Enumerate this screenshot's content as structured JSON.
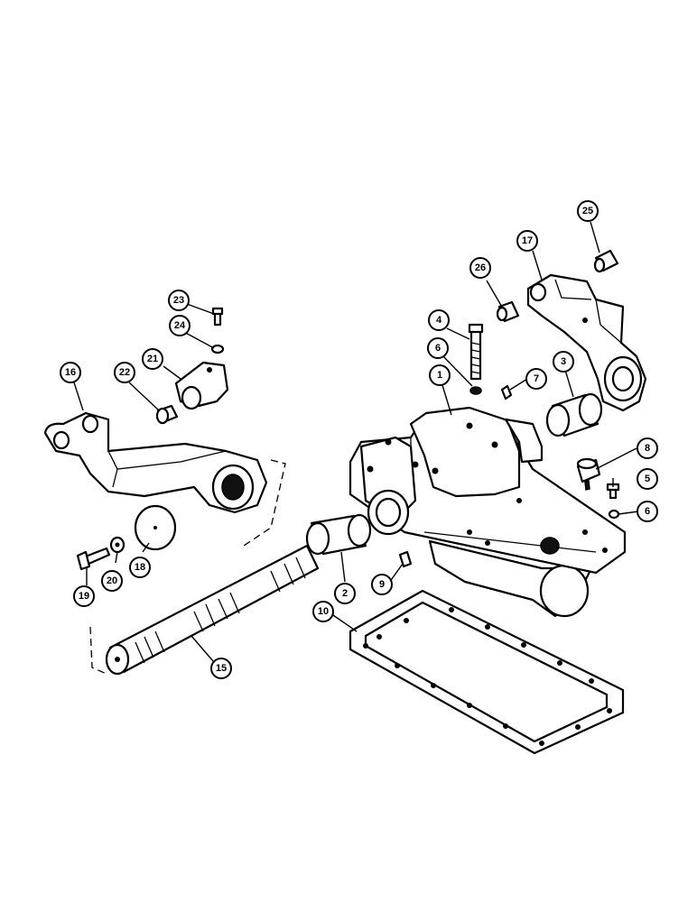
{
  "diagram": {
    "callouts": [
      {
        "id": "c1",
        "label": "1"
      },
      {
        "id": "c2",
        "label": "2"
      },
      {
        "id": "c3",
        "label": "3"
      },
      {
        "id": "c4",
        "label": "4"
      },
      {
        "id": "c5",
        "label": "5"
      },
      {
        "id": "c6a",
        "label": "6"
      },
      {
        "id": "c6b",
        "label": "6"
      },
      {
        "id": "c7",
        "label": "7"
      },
      {
        "id": "c8",
        "label": "8"
      },
      {
        "id": "c9",
        "label": "9"
      },
      {
        "id": "c10",
        "label": "10"
      },
      {
        "id": "c15",
        "label": "15"
      },
      {
        "id": "c16",
        "label": "16"
      },
      {
        "id": "c17",
        "label": "17"
      },
      {
        "id": "c18",
        "label": "18"
      },
      {
        "id": "c19",
        "label": "19"
      },
      {
        "id": "c20",
        "label": "20"
      },
      {
        "id": "c21",
        "label": "21"
      },
      {
        "id": "c22",
        "label": "22"
      },
      {
        "id": "c23",
        "label": "23"
      },
      {
        "id": "c24",
        "label": "24"
      },
      {
        "id": "c25",
        "label": "25"
      },
      {
        "id": "c26",
        "label": "26"
      }
    ]
  }
}
